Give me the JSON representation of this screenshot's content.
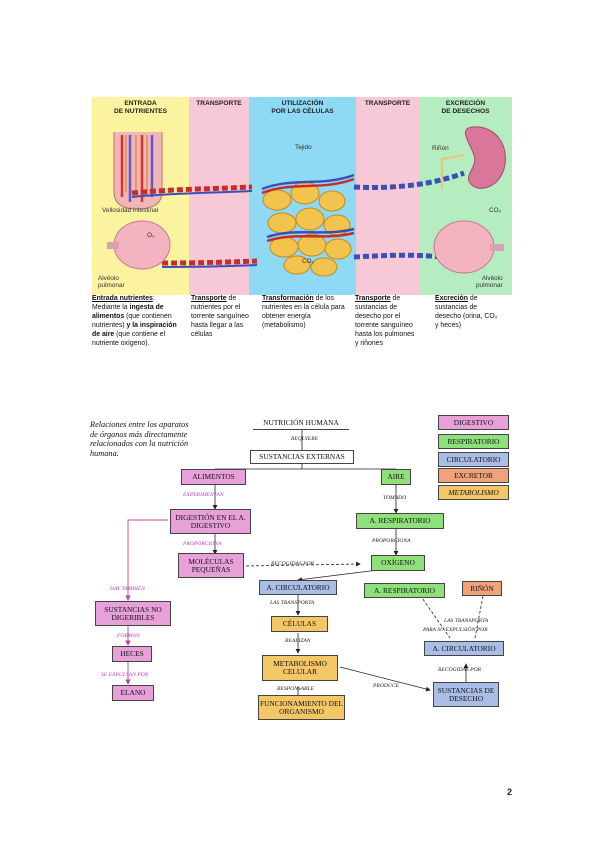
{
  "figure": {
    "bands": [
      {
        "label": "ENTRADA\nDE NUTRIENTES",
        "color": "#fbf3a0"
      },
      {
        "label": "TRANSPORTE",
        "color": "#f7c8d6"
      },
      {
        "label": "UTILIZACIÓN\nPOR LAS CÉLULAS",
        "color": "#8ed9f3"
      },
      {
        "label": "TRANSPORTE",
        "color": "#f7c8d6"
      },
      {
        "label": "EXCRECIÓN\nDE DESECHOS",
        "color": "#b5ecc0"
      }
    ],
    "labels": {
      "tejido": "Tejido",
      "vellosidad": "Vellosidad intestinal",
      "o2": "O₂",
      "co2": "CO₂",
      "alveolo": "Alvéolo\npulmonar",
      "rinon": "Riñón",
      "co2_right": "CO₂",
      "alveolo_right": "Alvéolo\npulmonar"
    },
    "captions": {
      "c1_title": "Entrada nutrientes",
      "c1_a": "Mediante la ",
      "c1_b": "ingesta de alimentos",
      "c1_c": " (que contienen nutrientes) ",
      "c1_d": "y la inspiración de aire",
      "c1_e": " (que contiene el nutriente oxígeno).",
      "c2_title": "Transporte",
      "c2_text": " de nutrientes por el torrente sanguíneo hasta llegar a las células",
      "c3_title": "Transformación",
      "c3_text": " de los nutrientes en la célula para obtener energía (metabolismo)",
      "c4_title": "Transporte",
      "c4_text": " de sustancias de desecho por el torrente sanguíneo hasta los pulmones y riñones",
      "c5_title": "Excreción",
      "c5_text": " de sustancias de desecho (orina, CO₂ y heces)"
    }
  },
  "diagram": {
    "note": "Relaciones entre los aparatos de órganos más directamente relacionados con la nutrición humana.",
    "legend": [
      {
        "label": "DIGESTIVO",
        "color": "#e8a0d8"
      },
      {
        "label": "RESPIRATORIO",
        "color": "#8fe07a"
      },
      {
        "label": "CIRCULATORIO",
        "color": "#a9bde6"
      },
      {
        "label": "EXCRETOR",
        "color": "#f0a37a"
      },
      {
        "label": "METABOLISMO",
        "color": "#f3c766"
      }
    ],
    "nodes": {
      "nutricion": "NUTRICIÓN HUMANA",
      "sustancias_externas": "SUSTANCIAS EXTERNAS",
      "alimentos": "ALIMENTOS",
      "aire": "AIRE",
      "digestion": "DIGESTIÓN EN EL A. DIGESTIVO",
      "a_respiratorio": "A. RESPIRATORIO",
      "moleculas": "MOLÉCULAS PEQUEÑAS",
      "oxigeno": "OXÍGENO",
      "a_circulatorio": "A. CIRCULATORIO",
      "a_respiratorio2": "A. RESPIRATORIO",
      "rinon": "RIÑÓN",
      "sustancias_no_dig": "SUSTANCIAS NO DIGERIBLES",
      "celulas": "CÉLULAS",
      "a_circulatorio2": "A. CIRCULATORIO",
      "heces": "HECES",
      "metabolismo": "METABOLISMO CELULAR",
      "sustancias_desecho": "SUSTANCIAS DE DESECHO",
      "elano": "ELANO",
      "funcionamiento": "FUNCIONAMIENTO DEL ORGANISMO"
    },
    "relations": {
      "requiere": "REQUIERE",
      "experimentan": "EXPERIMENTAN",
      "tomado": "TOMADO",
      "proporciona": "PROPORCIONA",
      "proporciona2": "PROPORCIONA",
      "recogidas_por": "RECOGIDAS POR",
      "hay_tambien": "HAY TAMBIÉN",
      "las_transporta": "LAS TRANSPORTA",
      "las_transporta2": "LAS TRANSPORTA",
      "para_su_expulsion": "PARA SU EXPULSIÓN POR",
      "forman": "FORMAN",
      "realizan": "REALIZAN",
      "recogidas_por2": "RECOGIDAS POR",
      "se_expulsan": "SE EXPULSAN POR",
      "responsable": "RESPONSABLE",
      "produce": "PRODUCE"
    }
  },
  "page_number": "2"
}
